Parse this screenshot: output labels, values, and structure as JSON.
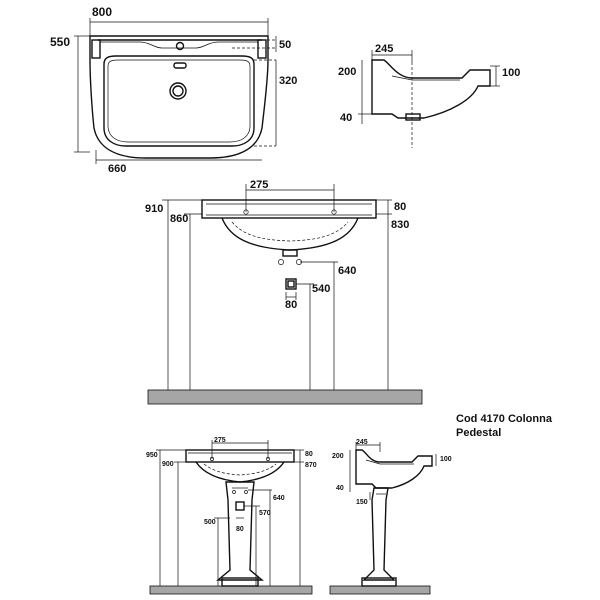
{
  "top_view": {
    "width": "800",
    "depth": "550",
    "rim": "50",
    "bowl_depth": "320",
    "bowl_width": "660"
  },
  "side_view": {
    "depth": "245",
    "height": "200",
    "rim": "100",
    "waste": "40"
  },
  "wall_view": {
    "centers": "275",
    "top_height": "910",
    "rim_height": "860",
    "rim_thickness": "80",
    "overflow_height": "830",
    "supply_height": "640",
    "waste_height": "540",
    "waste_width": "80"
  },
  "pedestal_caption": {
    "line1": "Cod 4170 Colonna",
    "line2": "Pedestal"
  },
  "pedestal_front": {
    "top_height": "950",
    "rim_height": "900",
    "centers": "275",
    "rim_thickness": "80",
    "overflow_height": "870",
    "supply_height": "640",
    "waste_height": "570",
    "waste_width": "80",
    "column_height": "500"
  },
  "pedestal_side": {
    "depth": "245",
    "height": "200",
    "rim": "100",
    "waste": "40",
    "column_depth": "150"
  }
}
